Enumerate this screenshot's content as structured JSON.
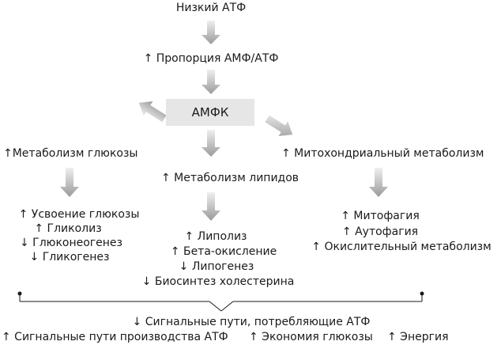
{
  "top": {
    "low_atp": "Низкий АТФ",
    "ratio": "↑ Пропорция АМФ/АТФ",
    "ampk": "АМФК"
  },
  "branches": {
    "glucose": {
      "title": "↑Метаболизм глюкозы",
      "items": [
        "↑ Усвоение глюкозы",
        "↑ Гликолиз",
        "↓ Глюконеогенез",
        "↓ Гликогенез"
      ]
    },
    "lipid": {
      "title": "↑  Метаболизм липидов",
      "items": [
        "↑ Липолиз",
        "↑ Бета-окисление",
        "↓ Липогенез",
        "↓ Биосинтез холестерина"
      ]
    },
    "mito": {
      "title": "↑ Митохондриальный метаболизм",
      "items": [
        "↑ Митофагия",
        "↑ Аутофагия",
        "↑ Окислительный метаболизм"
      ]
    }
  },
  "bottom": {
    "line1": "↓ Сигнальные пути, потребляющие АТФ",
    "line2_a": "↑ Сигнальные пути производства АТФ",
    "line2_b": "↑ Экономия глюкозы",
    "line2_c": "↑ Энергия"
  },
  "colors": {
    "arrow_light": "#efefef",
    "arrow_dark": "#9a9a9a",
    "box": "#e6e6e6",
    "text": "#1a1a1a"
  }
}
